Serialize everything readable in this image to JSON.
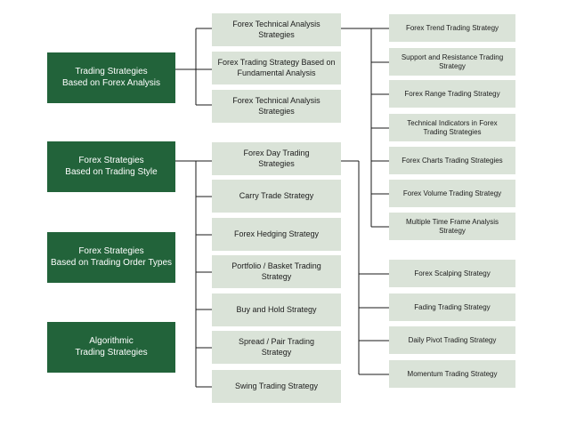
{
  "categories": [
    {
      "label": "Trading Strategies\nBased on Forex Analysis"
    },
    {
      "label": "Forex Strategies\nBased on Trading Style"
    },
    {
      "label": "Forex Strategies\nBased on Trading Order Types"
    },
    {
      "label": "Algorithmic\nTrading Strategies"
    }
  ],
  "analysis_strategies": [
    {
      "label": "Forex Technical Analysis\nStrategies"
    },
    {
      "label": "Forex Trading Strategy Based on\nFundamental Analysis"
    },
    {
      "label": "Forex Technical Analysis\nStrategies"
    }
  ],
  "style_strategies": [
    {
      "label": "Forex Day Trading\nStrategies"
    },
    {
      "label": "Carry Trade Strategy"
    },
    {
      "label": "Forex Hedging Strategy"
    },
    {
      "label": "Portfolio / Basket Trading\nStrategy"
    },
    {
      "label": "Buy and Hold Strategy"
    },
    {
      "label": "Spread / Pair Trading\nStrategy"
    },
    {
      "label": "Swing Trading Strategy"
    }
  ],
  "technical_strategies": [
    {
      "label": "Forex Trend Trading Strategy"
    },
    {
      "label": "Support and Resistance Trading\nStrategy"
    },
    {
      "label": "Forex Range Trading Strategy"
    },
    {
      "label": "Technical Indicators in Forex\nTrading Strategies"
    },
    {
      "label": "Forex Charts Trading Strategies"
    },
    {
      "label": "Forex Volume Trading Strategy"
    },
    {
      "label": "Multiple Time Frame Analysis\nStrategy"
    }
  ],
  "day_trading_strategies": [
    {
      "label": "Forex Scalping Strategy"
    },
    {
      "label": "Fading Trading Strategy"
    },
    {
      "label": "Daily Pivot Trading Strategy"
    },
    {
      "label": "Momentum Trading Strategy"
    }
  ],
  "colors": {
    "category_fill": "#22633a",
    "node_fill": "#dae3d8",
    "connector": "#1a1a1a"
  }
}
